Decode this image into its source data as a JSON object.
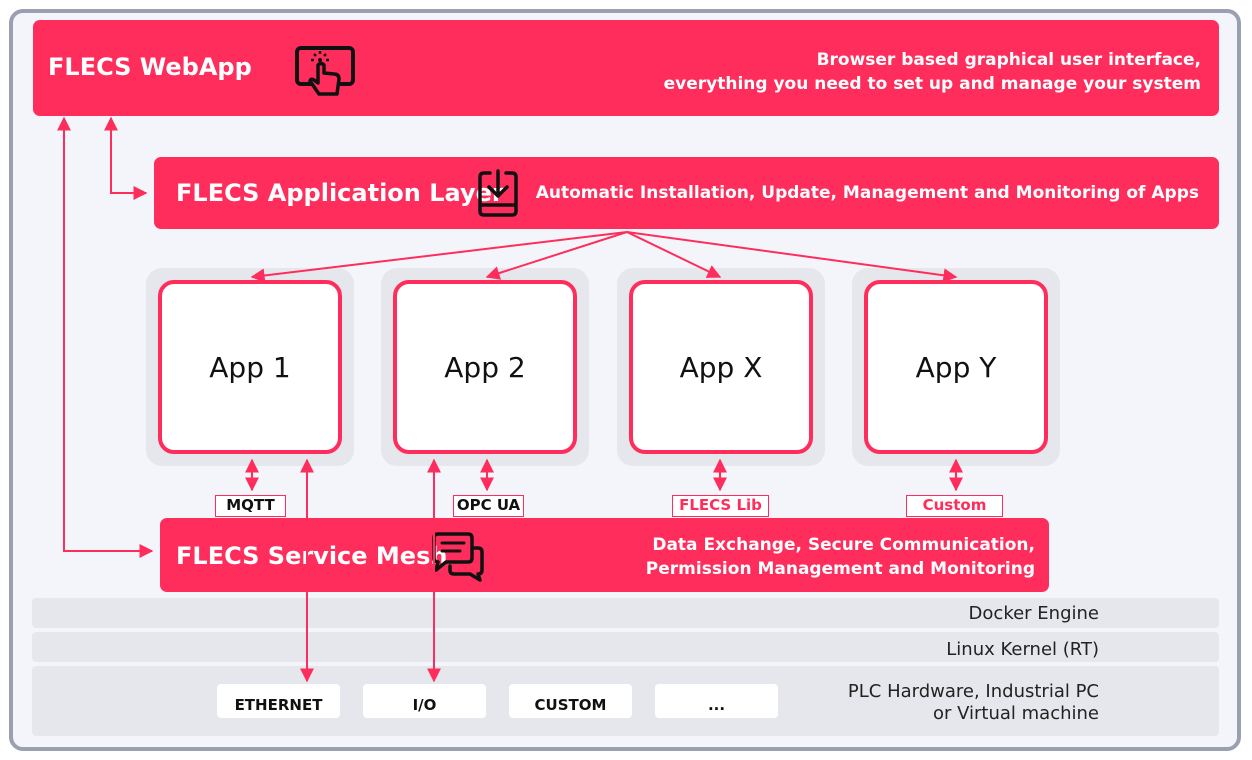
{
  "webapp": {
    "title": "FLECS WebApp",
    "description_line1": "Browser based graphical user interface,",
    "description_line2": "everything you need to set up and manage your system",
    "icon": "touch-screen-icon"
  },
  "application_layer": {
    "title": "FLECS Application Layer",
    "description": "Automatic Installation, Update, Management and Monitoring of Apps",
    "icon": "download-device-icon"
  },
  "apps": [
    {
      "label": "App 1",
      "protocol": "MQTT"
    },
    {
      "label": "App 2",
      "protocol": "OPC UA"
    },
    {
      "label": "App X",
      "protocol": "FLECS Lib"
    },
    {
      "label": "App Y",
      "protocol": "Custom"
    }
  ],
  "service_mesh": {
    "title": "FLECS Service Mesh",
    "description_line1": "Data Exchange, Secure Communication,",
    "description_line2": "Permission Management and Monitoring",
    "icon": "chat-bubbles-icon"
  },
  "layers": {
    "docker": "Docker Engine",
    "kernel": "Linux Kernel (RT)",
    "hardware_line1": "PLC Hardware, Industrial PC",
    "hardware_line2": "or Virtual machine"
  },
  "hardware_interfaces": [
    "ETHERNET",
    "I/O",
    "CUSTOM",
    "..."
  ],
  "colors": {
    "accent": "#fe2d5c",
    "panel": "#e6e7ec",
    "frame_border": "#9aa0b0"
  }
}
